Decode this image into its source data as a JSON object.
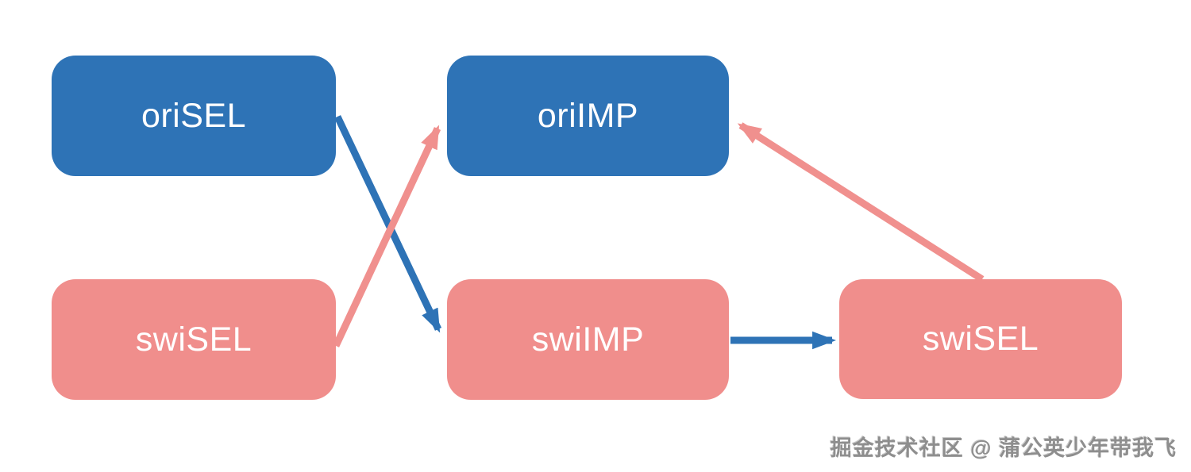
{
  "nodes": {
    "ori_sel": {
      "label": "oriSEL",
      "color": "#2E73B6"
    },
    "ori_imp": {
      "label": "oriIMP",
      "color": "#2E73B6"
    },
    "swi_sel_left": {
      "label": "swiSEL",
      "color": "#F08E8C"
    },
    "swi_imp": {
      "label": "swiIMP",
      "color": "#F08E8C"
    },
    "swi_sel_right": {
      "label": "swiSEL",
      "color": "#F08E8C"
    }
  },
  "edges": [
    {
      "from": "oriSEL",
      "to": "swiIMP",
      "color": "#2E73B6"
    },
    {
      "from": "swiSEL (left)",
      "to": "oriIMP",
      "color": "#F0908E"
    },
    {
      "from": "swiIMP",
      "to": "swiSEL (right)",
      "color": "#2E73B6"
    },
    {
      "from": "swiSEL (right)",
      "to": "oriIMP",
      "color": "#F0908E"
    }
  ],
  "colors": {
    "blue_node": "#2E73B6",
    "pink_node": "#F08E8C",
    "blue_arrow": "#2E73B6",
    "pink_arrow": "#F0908E",
    "background": "#ffffff",
    "watermark_text": "#8e8e8e"
  },
  "watermark": {
    "text": "掘金技术社区 @ 蒲公英少年带我飞"
  }
}
